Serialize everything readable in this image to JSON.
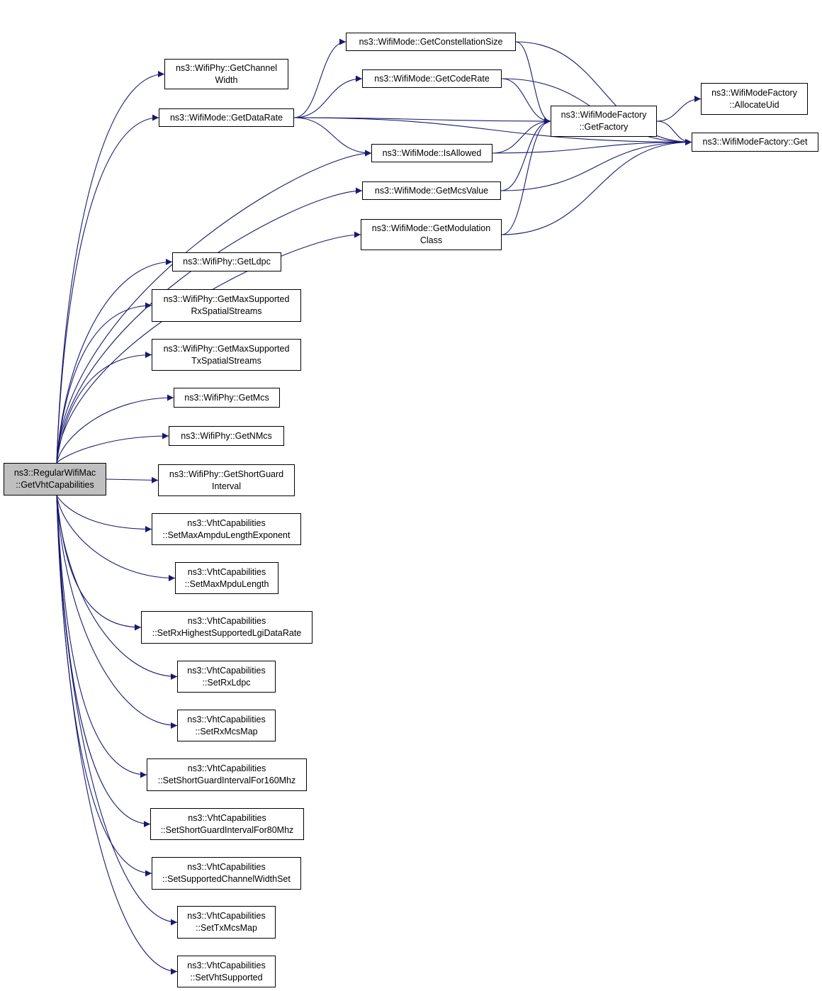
{
  "colors": {
    "edge": "#191970",
    "node_border": "#000000",
    "root_fill": "#bfbfbf",
    "node_fill": "#ffffff"
  },
  "nodes": {
    "root": [
      "ns3::RegularWifiMac",
      "::GetVhtCapabilities"
    ],
    "getChannelWidth": [
      "ns3::WifiPhy::GetChannel",
      "Width"
    ],
    "getDataRate": [
      "ns3::WifiMode::GetDataRate"
    ],
    "getConstellationSize": [
      "ns3::WifiMode::GetConstellationSize"
    ],
    "getCodeRate": [
      "ns3::WifiMode::GetCodeRate"
    ],
    "isAllowed": [
      "ns3::WifiMode::IsAllowed"
    ],
    "getMcsValue": [
      "ns3::WifiMode::GetMcsValue"
    ],
    "getModulationClass": [
      "ns3::WifiMode::GetModulation",
      "Class"
    ],
    "getFactory": [
      "ns3::WifiModeFactory",
      "::GetFactory"
    ],
    "allocateUid": [
      "ns3::WifiModeFactory",
      "::AllocateUid"
    ],
    "factoryGet": [
      "ns3::WifiModeFactory::Get"
    ],
    "getLdpc": [
      "ns3::WifiPhy::GetLdpc"
    ],
    "getMaxRx": [
      "ns3::WifiPhy::GetMaxSupported",
      "RxSpatialStreams"
    ],
    "getMaxTx": [
      "ns3::WifiPhy::GetMaxSupported",
      "TxSpatialStreams"
    ],
    "getMcs": [
      "ns3::WifiPhy::GetMcs"
    ],
    "getNMcs": [
      "ns3::WifiPhy::GetNMcs"
    ],
    "getShortGuard": [
      "ns3::WifiPhy::GetShortGuard",
      "Interval"
    ],
    "setMaxAmpdu": [
      "ns3::VhtCapabilities",
      "::SetMaxAmpduLengthExponent"
    ],
    "setMaxMpdu": [
      "ns3::VhtCapabilities",
      "::SetMaxMpduLength"
    ],
    "setRxHighest": [
      "ns3::VhtCapabilities",
      "::SetRxHighestSupportedLgiDataRate"
    ],
    "setRxLdpc": [
      "ns3::VhtCapabilities",
      "::SetRxLdpc"
    ],
    "setRxMcsMap": [
      "ns3::VhtCapabilities",
      "::SetRxMcsMap"
    ],
    "setSgi160": [
      "ns3::VhtCapabilities",
      "::SetShortGuardIntervalFor160Mhz"
    ],
    "setSgi80": [
      "ns3::VhtCapabilities",
      "::SetShortGuardIntervalFor80Mhz"
    ],
    "setChanWidthSet": [
      "ns3::VhtCapabilities",
      "::SetSupportedChannelWidthSet"
    ],
    "setTxMcsMap": [
      "ns3::VhtCapabilities",
      "::SetTxMcsMap"
    ],
    "setVhtSupported": [
      "ns3::VhtCapabilities",
      "::SetVhtSupported"
    ]
  },
  "edges": [
    [
      "root",
      "getChannelWidth"
    ],
    [
      "root",
      "getDataRate"
    ],
    [
      "root",
      "isAllowed"
    ],
    [
      "root",
      "getMcsValue"
    ],
    [
      "root",
      "getModulationClass"
    ],
    [
      "root",
      "getLdpc"
    ],
    [
      "root",
      "getMaxRx"
    ],
    [
      "root",
      "getMaxTx"
    ],
    [
      "root",
      "getMcs"
    ],
    [
      "root",
      "getNMcs"
    ],
    [
      "root",
      "getShortGuard"
    ],
    [
      "root",
      "setMaxAmpdu"
    ],
    [
      "root",
      "setMaxMpdu"
    ],
    [
      "root",
      "setRxHighest"
    ],
    [
      "root",
      "setRxLdpc"
    ],
    [
      "root",
      "setRxMcsMap"
    ],
    [
      "root",
      "setSgi160"
    ],
    [
      "root",
      "setSgi80"
    ],
    [
      "root",
      "setChanWidthSet"
    ],
    [
      "root",
      "setTxMcsMap"
    ],
    [
      "root",
      "setVhtSupported"
    ],
    [
      "getDataRate",
      "getConstellationSize"
    ],
    [
      "getDataRate",
      "getCodeRate"
    ],
    [
      "getDataRate",
      "getFactory"
    ],
    [
      "getDataRate",
      "isAllowed"
    ],
    [
      "getDataRate",
      "factoryGet"
    ],
    [
      "getConstellationSize",
      "getFactory"
    ],
    [
      "getConstellationSize",
      "factoryGet"
    ],
    [
      "getCodeRate",
      "getFactory"
    ],
    [
      "getCodeRate",
      "factoryGet"
    ],
    [
      "isAllowed",
      "getFactory"
    ],
    [
      "isAllowed",
      "factoryGet"
    ],
    [
      "getMcsValue",
      "getFactory"
    ],
    [
      "getMcsValue",
      "factoryGet"
    ],
    [
      "getModulationClass",
      "getFactory"
    ],
    [
      "getModulationClass",
      "factoryGet"
    ],
    [
      "getFactory",
      "allocateUid"
    ],
    [
      "getFactory",
      "factoryGet"
    ]
  ]
}
